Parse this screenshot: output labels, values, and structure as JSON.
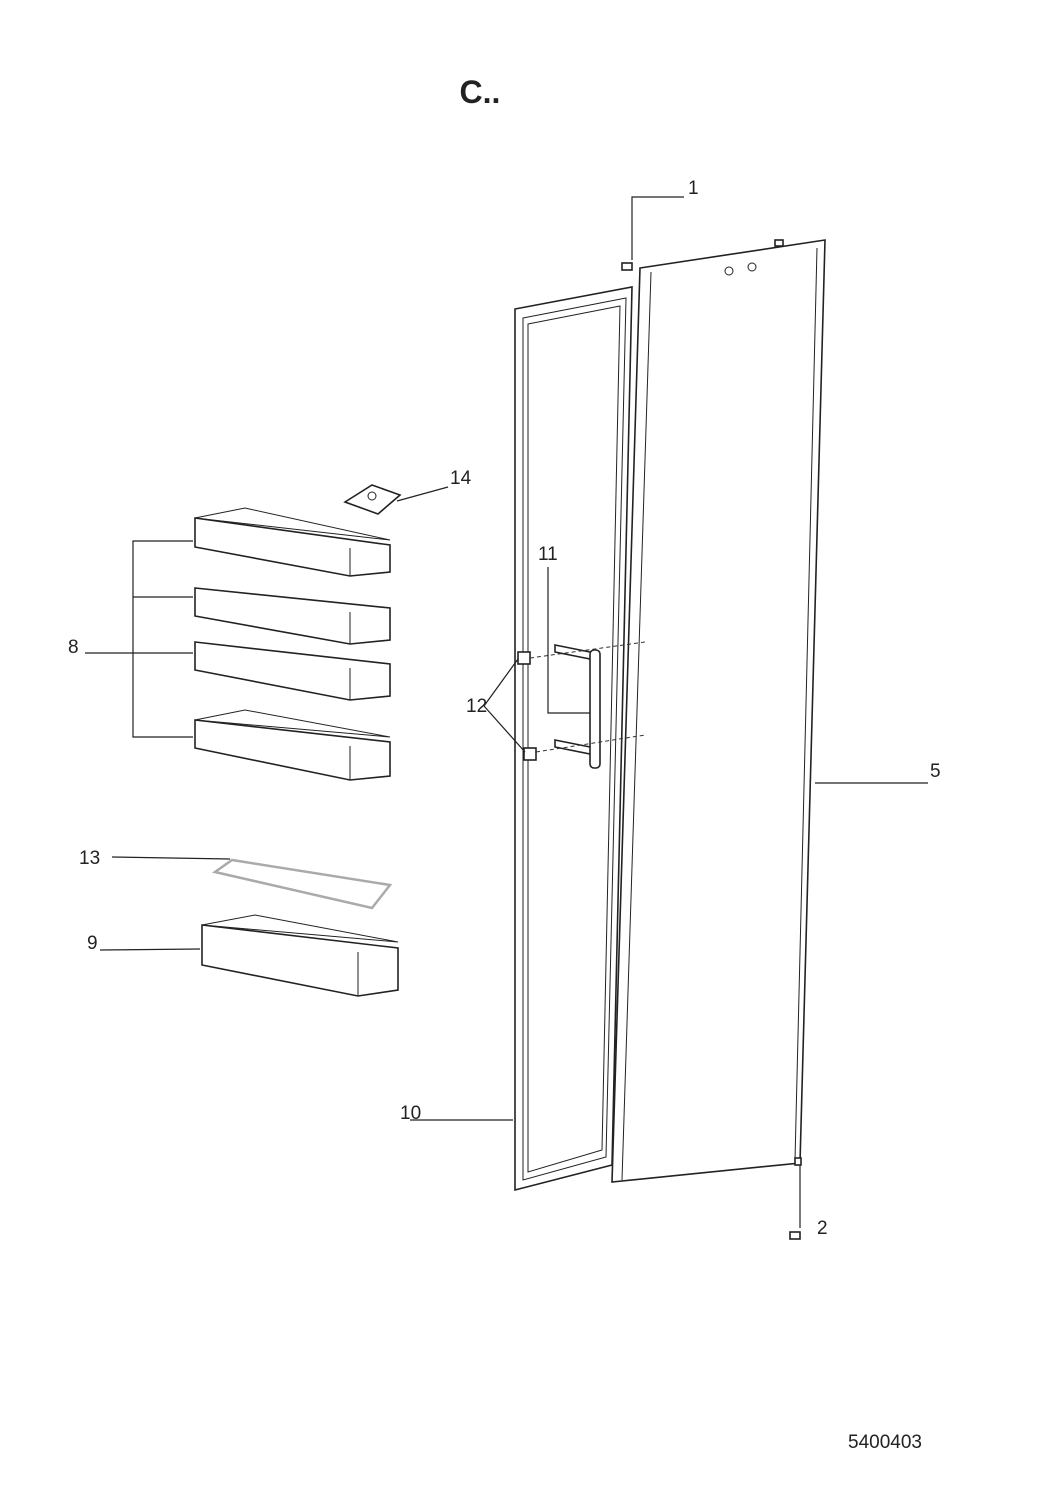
{
  "title": "C..",
  "document_number": "5400403",
  "callouts": {
    "c1": "1",
    "c2": "2",
    "c5": "5",
    "c8": "8",
    "c9": "9",
    "c10": "10",
    "c11": "11",
    "c12": "12",
    "c13": "13",
    "c14": "14"
  },
  "colors": {
    "line": "#222222",
    "background": "#ffffff"
  }
}
